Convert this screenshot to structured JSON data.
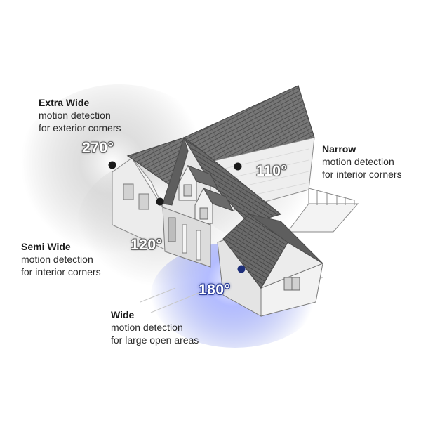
{
  "zones": [
    {
      "title": "Extra Wide",
      "line1": "motion detection",
      "line2": "for exterior corners",
      "angle": "270°"
    },
    {
      "title": "Narrow",
      "line1": "motion detection",
      "line2": "for interior corners",
      "angle": "110°"
    },
    {
      "title": "Semi Wide",
      "line1": "motion detection",
      "line2": "for interior corners",
      "angle": "120°"
    },
    {
      "title": "Wide",
      "line1": "motion detection",
      "line2": "for large open areas",
      "angle": "180°"
    }
  ],
  "colors": {
    "roof": "#6f6f6f",
    "wall": "#e9e9e9",
    "sensor": "#1a1a1a",
    "wide_sensor": "#1e2f7a",
    "wide_glow": "#5a6fe0"
  }
}
